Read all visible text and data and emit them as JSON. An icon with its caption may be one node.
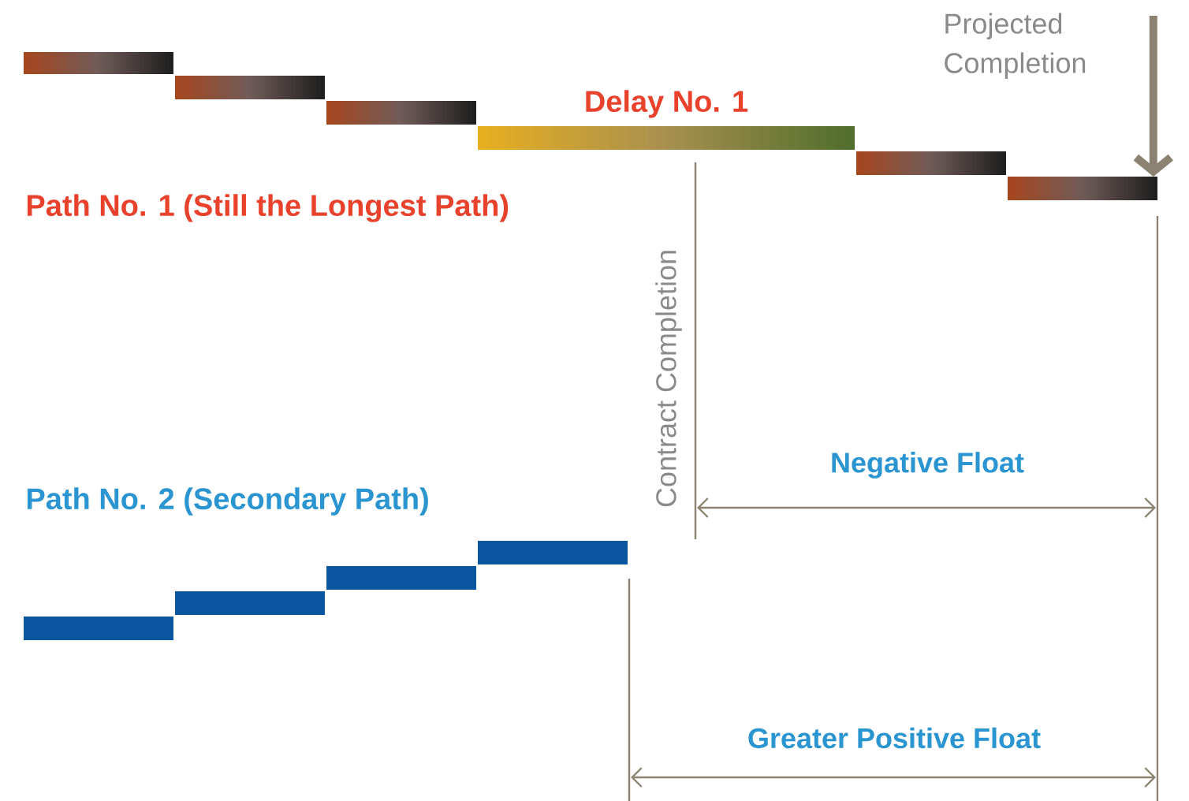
{
  "diagram": {
    "nodes": [
      {
        "text": [],
        "shape": "bar"
      },
      {
        "text": [],
        "shape": "bar"
      },
      {
        "text": [],
        "shape": "bar"
      },
      {
        "text": [
          "Delay No. 1"
        ]
      },
      {
        "text": [],
        "shape": "bar"
      },
      {
        "text": [],
        "shape": "bar"
      },
      {
        "text": [],
        "shape": "bar"
      },
      {
        "text": [],
        "shape": "bar"
      },
      {
        "text": [],
        "shape": "bar"
      },
      {
        "text": [],
        "shape": "bar"
      },
      {
        "text": [
          "Projected Completion"
        ]
      }
    ],
    "edges": [
      {
        "from": 10,
        "to": 5,
        "arrow": "to",
        "color": "#8b8272"
      }
    ],
    "labels": [
      "Path No. 1 (Still the Longest Path)",
      "Contract Completion",
      "Negative Float",
      "Path No. 2 (Secondary Path)",
      "Greater Positive Float"
    ]
  }
}
